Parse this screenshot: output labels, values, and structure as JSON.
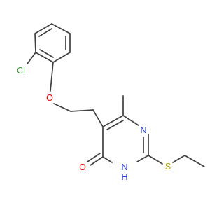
{
  "colors": {
    "bond": "#404040",
    "carbon": "#404040",
    "chlorine": "#3a9a3a",
    "oxygen": "#e00000",
    "nitrogen": "#2a3fd6",
    "sulfur": "#b8a000"
  },
  "atoms": {
    "cl": "Cl",
    "o_ether": "O",
    "o_carbonyl": "O",
    "n1": "N",
    "nh": "N",
    "h": "H",
    "s": "S"
  }
}
